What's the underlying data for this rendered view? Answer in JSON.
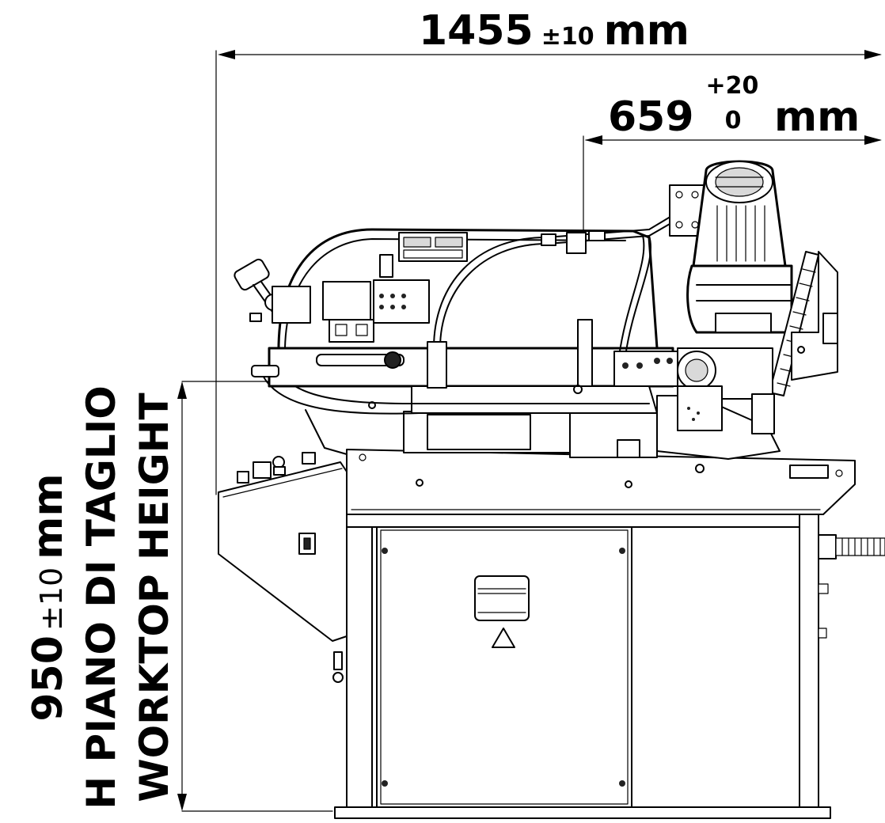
{
  "dimensions": {
    "overall_length": {
      "value": "1455",
      "tolerance": "±10",
      "unit": "mm"
    },
    "blade_distance": {
      "value": "659",
      "tol_upper": "+20",
      "tol_lower": "0",
      "unit": "mm"
    },
    "worktop_height": {
      "value": "950",
      "tolerance": "±10",
      "unit": "mm",
      "label_it": "H PIANO DI TAGLIO",
      "label_en": "WORKTOP HEIGHT"
    }
  },
  "colors": {
    "line": "#000000",
    "background": "#ffffff",
    "fill_grey": "#d9d9d9"
  }
}
